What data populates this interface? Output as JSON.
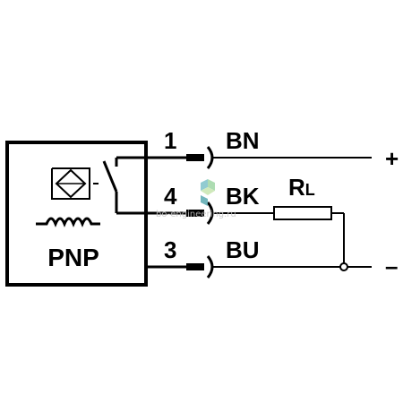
{
  "sensor": {
    "label": "PNP"
  },
  "pins": [
    {
      "number": "1",
      "wire": "BN",
      "polarity": "+"
    },
    {
      "number": "4",
      "wire": "BK",
      "polarity": ""
    },
    {
      "number": "3",
      "wire": "BU",
      "polarity": "–"
    }
  ],
  "load": {
    "label_main": "R",
    "label_sub": "L"
  },
  "watermark": {
    "text": "bo-engineering.ru",
    "colors": [
      "#7ec3c9",
      "#9fd7a5",
      "#c8e6b0",
      "#5aa9b0"
    ]
  }
}
